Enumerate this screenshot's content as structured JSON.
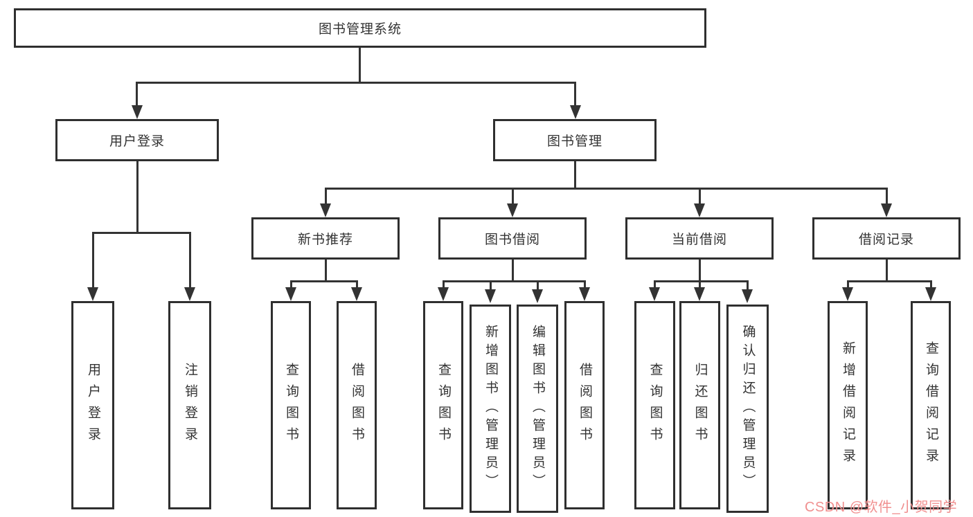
{
  "diagram_title": "图书管理系统",
  "nodes": {
    "root": "图书管理系统",
    "user_login": "用户登录",
    "book_management": "图书管理",
    "new_book_recommend": "新书推荐",
    "book_borrowing": "图书借阅",
    "current_borrowing": "当前借阅",
    "borrowing_records": "借阅记录",
    "leaf_user_login": "用户登录",
    "leaf_logout": "注销登录",
    "leaf_recommend_query": "查询图书",
    "leaf_recommend_borrow": "借阅图书",
    "leaf_borrow_query": "查询图书",
    "leaf_borrow_add": "新增图书（管理员）",
    "leaf_borrow_edit": "编辑图书（管理员）",
    "leaf_borrow_borrow": "借阅图书",
    "leaf_current_query": "查询图书",
    "leaf_current_return": "归还图书",
    "leaf_current_confirm": "确认归还（管理员）",
    "leaf_records_add": "新增借阅记录",
    "leaf_records_query": "查询借阅记录"
  },
  "watermark": {
    "text": "CSDN @软件_小贺同学",
    "color": "#f08f8f"
  },
  "colors": {
    "line": "#333333",
    "box_border": "#2f2f2f",
    "text": "#333333",
    "background": "#ffffff"
  }
}
